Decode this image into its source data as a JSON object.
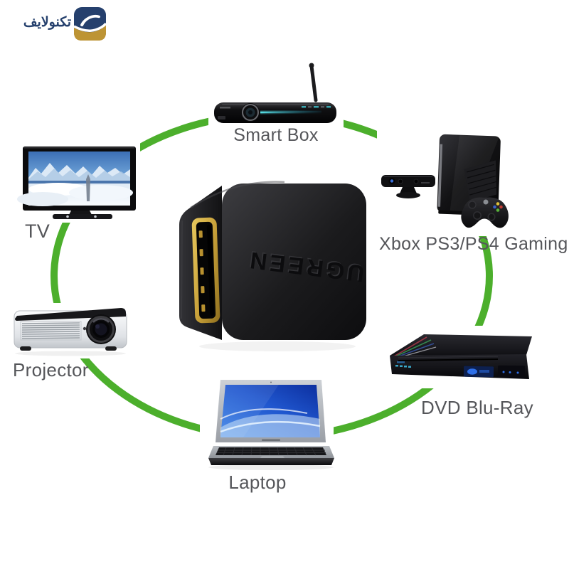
{
  "page": {
    "background": "#ffffff"
  },
  "logo": {
    "brand_text": "تكنولايف",
    "icon": "technolife-swoosh-icon",
    "navy": "#25406d",
    "gold": "#bd9434"
  },
  "adapter": {
    "brand": "UGREEN",
    "port_gold": "#c9a23a",
    "body_black": "#1a1a1c"
  },
  "connection_ring": {
    "color": "#4caf2c",
    "stroke_width": 10
  },
  "labels": {
    "text_color": "#55565a"
  },
  "devices": [
    {
      "id": "smart-box",
      "label": "Smart Box"
    },
    {
      "id": "xbox-gaming",
      "label": "Xbox PS3/PS4 Gaming"
    },
    {
      "id": "dvd-bluray",
      "label": "DVD Blu-Ray"
    },
    {
      "id": "laptop",
      "label": "Laptop"
    },
    {
      "id": "projector",
      "label": "Projector"
    },
    {
      "id": "tv",
      "label": "TV"
    }
  ]
}
